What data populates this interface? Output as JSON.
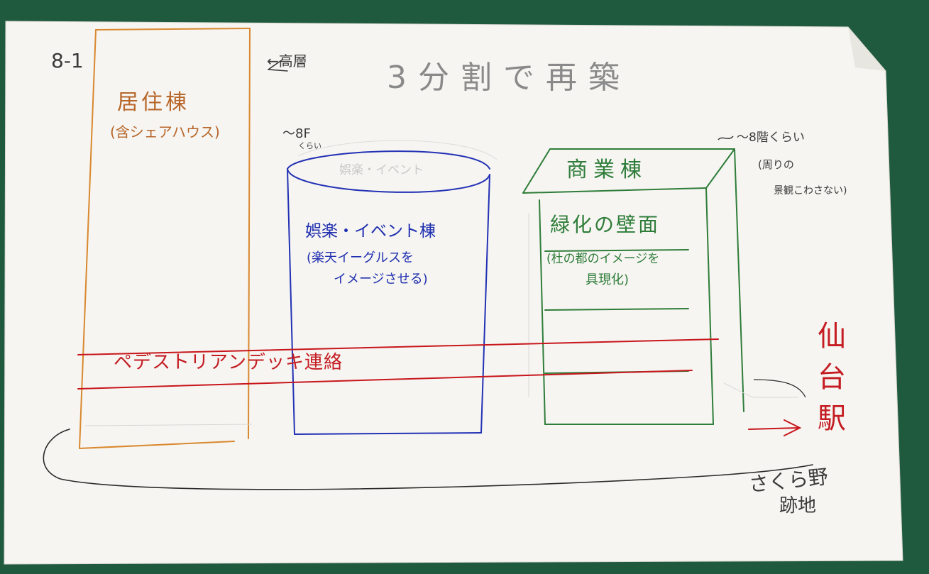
{
  "header": {
    "id": "8-1",
    "high_rise_note": "←高層",
    "title": "3分割で再築"
  },
  "residential": {
    "name": "居住棟",
    "note": "(含シェアハウス)"
  },
  "entertainment": {
    "height_note": "〜8F",
    "height_sub": "くらい",
    "faint_label": "娯楽・イベント",
    "name": "娯楽・イベント棟",
    "note_line1": "(楽天イーグルスを",
    "note_line2": "イメージさせる)"
  },
  "commercial": {
    "height_note": "〜8階くらい",
    "scenery_line1": "(周りの",
    "scenery_line2": "景観こわさない)",
    "name": "商業棟",
    "wall_label": "緑化の壁面",
    "note_line1": "(杜の都のイメージを",
    "note_line2": "具現化)"
  },
  "deck_label": "ペデストリアンデッキ連絡",
  "station": {
    "label": "仙台駅"
  },
  "site_label": {
    "line1": "さくら野",
    "line2": "跡地"
  },
  "colors": {
    "paper": "#f6f5f1",
    "board": "#1f5a3e",
    "orange": "#d9882f",
    "blue": "#2331b5",
    "green": "#2f7d3a",
    "red": "#c8161c",
    "black": "#2b2b2b"
  }
}
